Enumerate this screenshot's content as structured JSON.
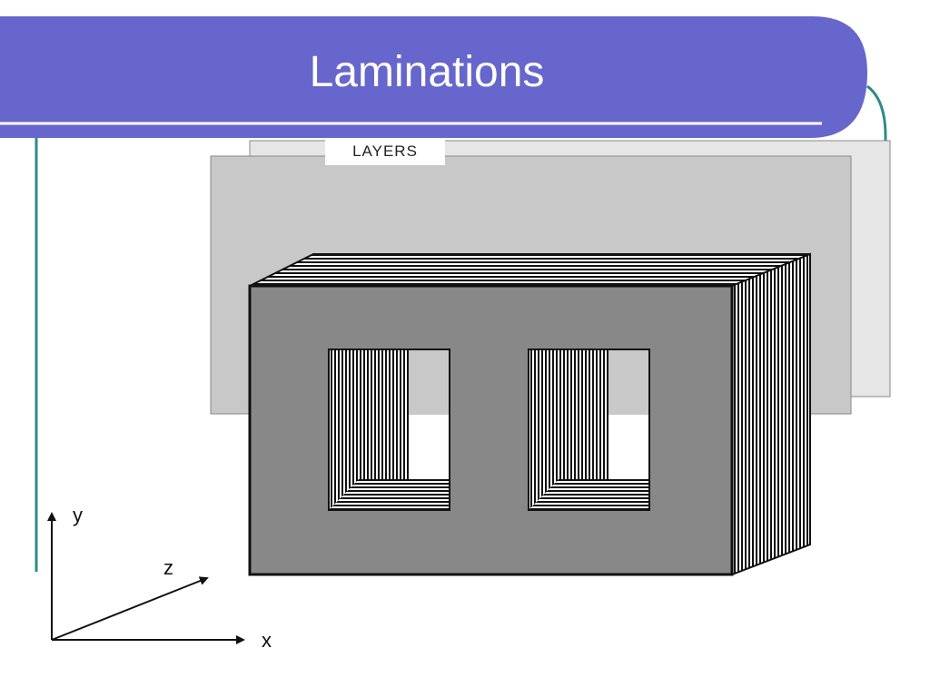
{
  "slide": {
    "title": "Laminations",
    "colors": {
      "title_bar": "#6666cc",
      "accent_line": "#2e8a8a",
      "core_face": "#888888",
      "back_plate": "#c8c8c8",
      "back_plate_far": "#e6e6e6",
      "outline": "#111111"
    }
  },
  "diagram": {
    "layers_label": "LAYERS",
    "axes": {
      "x": "x",
      "y": "y",
      "z": "z"
    }
  }
}
